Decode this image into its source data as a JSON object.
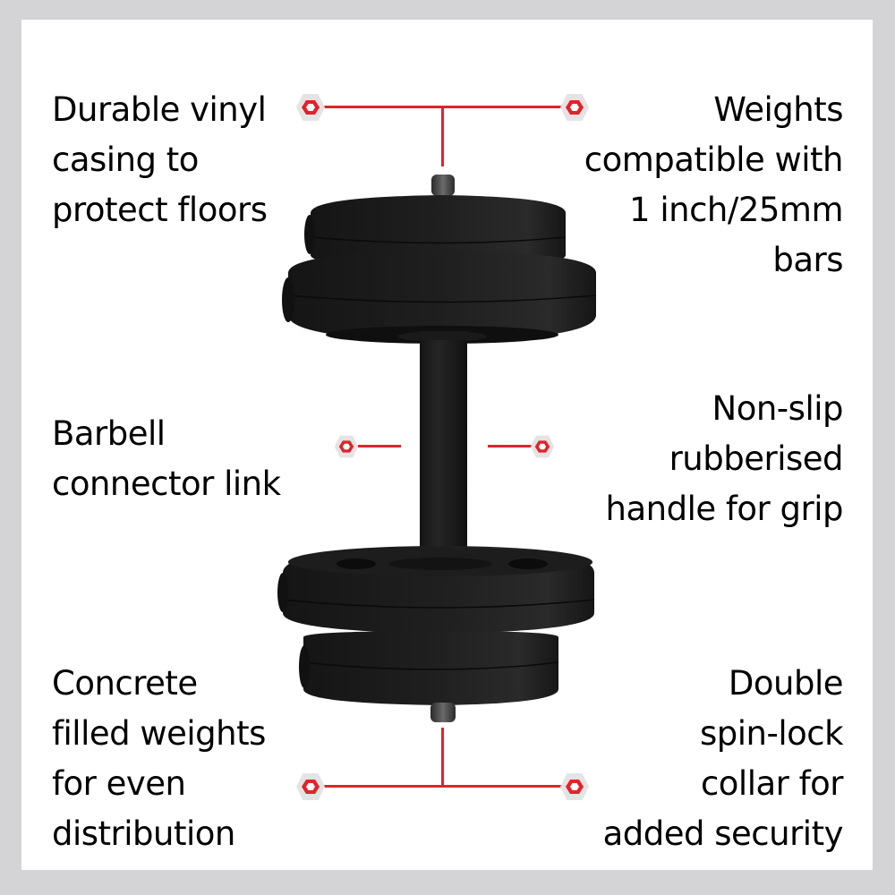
{
  "accent_color": "#e3222b",
  "background_color": "#ffffff",
  "border_color": "#d4d4d6",
  "callouts": {
    "top_left": {
      "text": "Durable vinyl\ncasing to\nprotect floors",
      "icon": "hex-nut-marker-icon"
    },
    "top_right": {
      "text": "Weights\ncompatible with\n1 inch/25mm\nbars",
      "icon": "hex-nut-marker-icon"
    },
    "mid_left": {
      "text": "Barbell\nconnector link",
      "icon": "hex-nut-marker-icon"
    },
    "mid_right": {
      "text": "Non-slip\nrubberised\nhandle for grip",
      "icon": "hex-nut-marker-icon"
    },
    "bottom_left": {
      "text": "Concrete\nfilled weights\nfor even\ndistribution",
      "icon": "hex-nut-marker-icon"
    },
    "bottom_right": {
      "text": "Double\nspin-lock\ncollar for\nadded security",
      "icon": "hex-nut-marker-icon"
    }
  },
  "product": {
    "image": "dumbbell-icon"
  }
}
